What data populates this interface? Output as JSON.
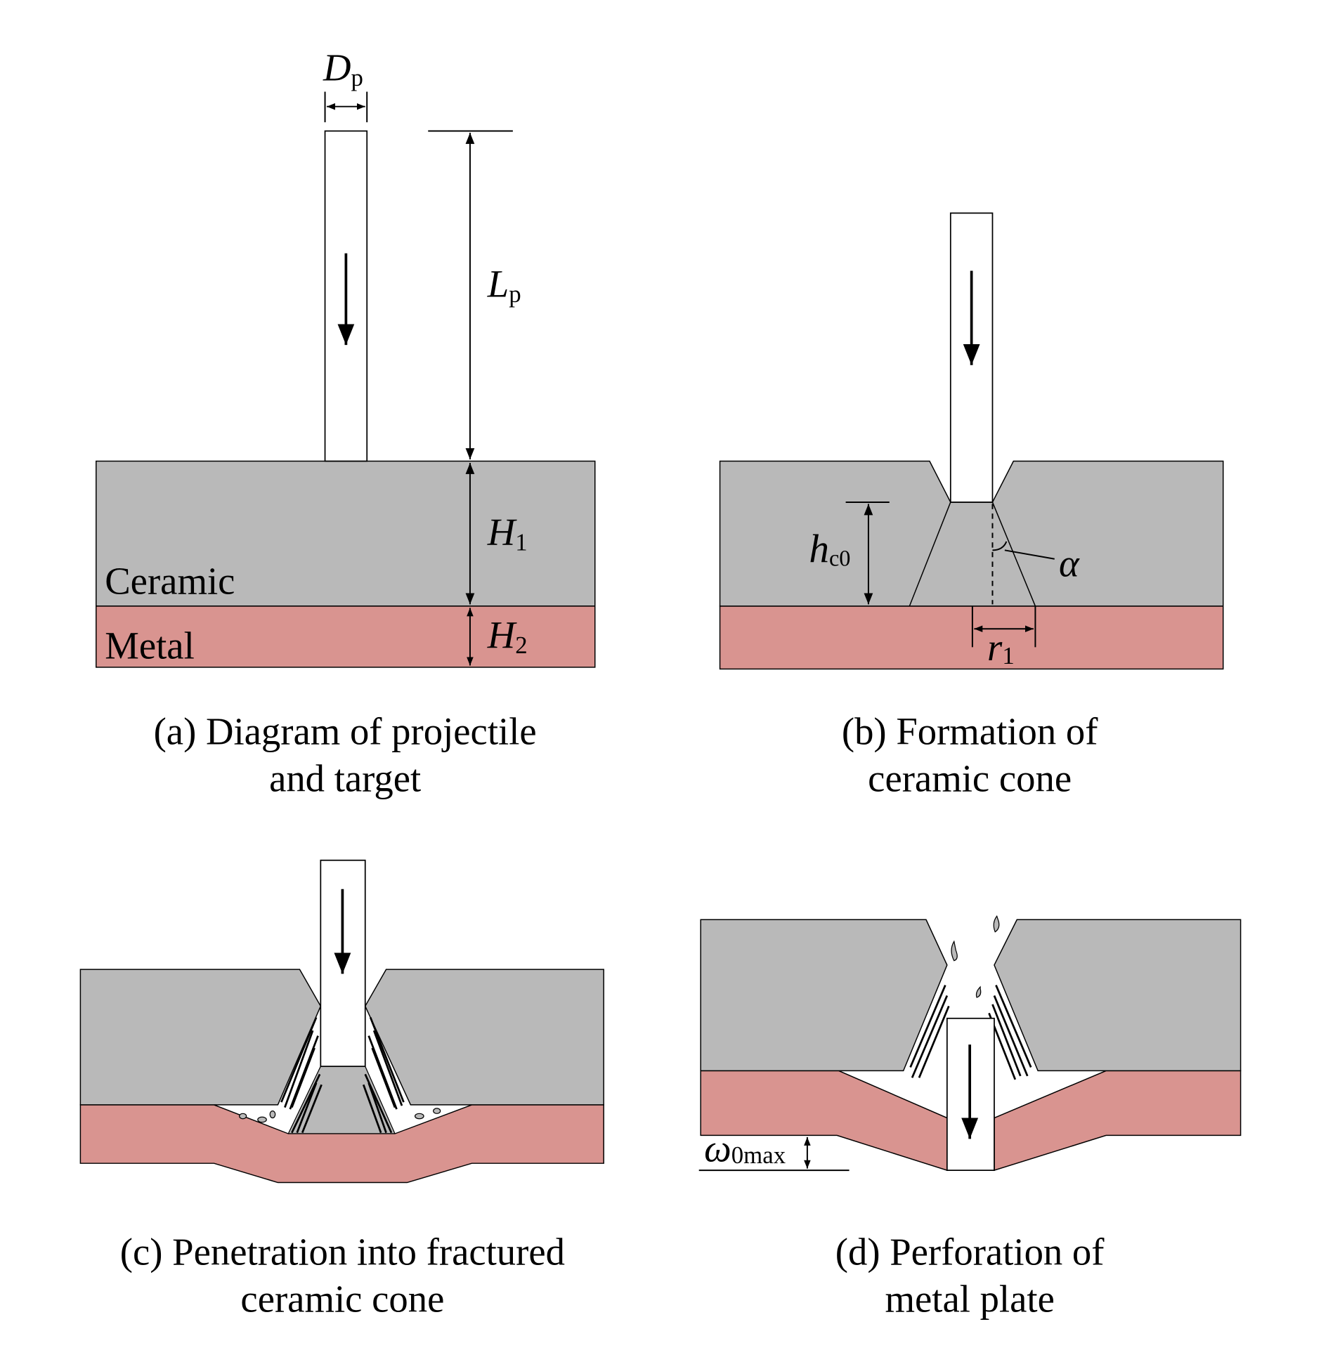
{
  "colors": {
    "ceramic": "#b9b9b9",
    "metal": "#d99490",
    "projectile": "#ffffff",
    "stroke": "#000000",
    "background": "#ffffff"
  },
  "panels": [
    {
      "id": "a",
      "caption_line1": "(a) Diagram of projectile",
      "caption_line2": "and target",
      "labels": {
        "dp_main": "D",
        "dp_sub": "p",
        "lp_main": "L",
        "lp_sub": "p",
        "h1_main": "H",
        "h1_sub": "1",
        "h2_main": "H",
        "h2_sub": "2",
        "ceramic": "Ceramic",
        "metal": "Metal"
      }
    },
    {
      "id": "b",
      "caption_line1": "(b) Formation of",
      "caption_line2": "ceramic cone",
      "labels": {
        "hc0_main": "h",
        "hc0_sub": "c0",
        "alpha": "α",
        "r1_main": "r",
        "r1_sub": "1"
      }
    },
    {
      "id": "c",
      "caption_line1": "(c) Penetration into fractured",
      "caption_line2": "ceramic cone",
      "labels": {}
    },
    {
      "id": "d",
      "caption_line1": "(d) Perforation of",
      "caption_line2": "metal plate",
      "labels": {
        "w_main": "ω",
        "w_sub": "0max"
      }
    }
  ]
}
